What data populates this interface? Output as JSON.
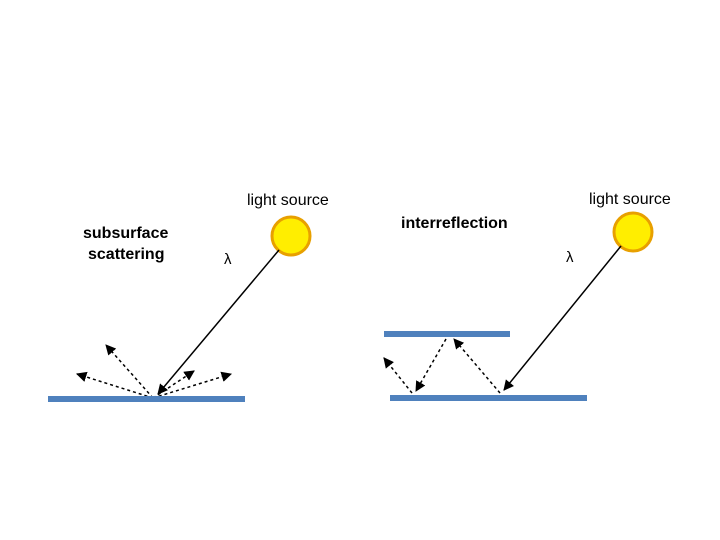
{
  "colors": {
    "sun_fill": "#ffee00",
    "sun_stroke": "#e8a000",
    "surface": "#4f81bd",
    "ray": "#000000"
  },
  "icons": {
    "light_source": "sun-icon"
  },
  "left_panel": {
    "title_line1": "subsurface",
    "title_line2": "scattering",
    "light_label": "light source",
    "wavelength": "λ"
  },
  "right_panel": {
    "title": "interreflection",
    "light_label": "light source",
    "wavelength": "λ"
  }
}
